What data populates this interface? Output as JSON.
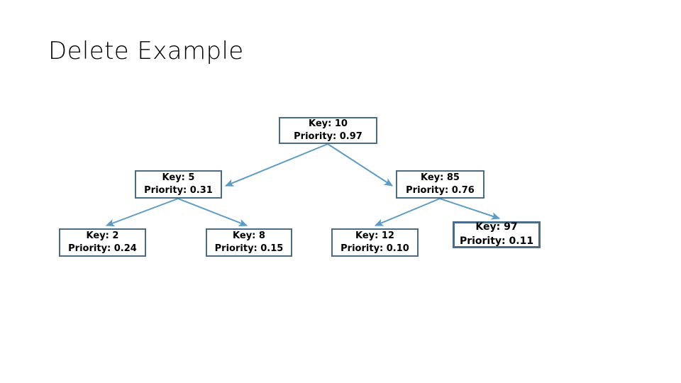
{
  "slide": {
    "title": "Delete Example",
    "background_color": "#ffffff",
    "node_border_color": "#4a6c84",
    "edge_color": "#5b9bc4",
    "text_color": "#000000"
  },
  "tree": {
    "key_label_prefix": "Key: ",
    "priority_label_prefix": "Priority: ",
    "nodes": [
      {
        "id": "node-10",
        "key_text": "Key: 10",
        "priority_text": "Priority: 0.97",
        "key": 10,
        "priority": 0.97,
        "level": 0,
        "emphasis": false
      },
      {
        "id": "node-5",
        "key_text": "Key: 5",
        "priority_text": "Priority: 0.31",
        "key": 5,
        "priority": 0.31,
        "level": 1,
        "emphasis": false
      },
      {
        "id": "node-85",
        "key_text": "Key: 85",
        "priority_text": "Priority: 0.76",
        "key": 85,
        "priority": 0.76,
        "level": 1,
        "emphasis": false
      },
      {
        "id": "node-2",
        "key_text": "Key: 2",
        "priority_text": "Priority: 0.24",
        "key": 2,
        "priority": 0.24,
        "level": 2,
        "emphasis": false
      },
      {
        "id": "node-8",
        "key_text": "Key: 8",
        "priority_text": "Priority: 0.15",
        "key": 8,
        "priority": 0.15,
        "level": 2,
        "emphasis": false
      },
      {
        "id": "node-12",
        "key_text": "Key: 12",
        "priority_text": "Priority: 0.10",
        "key": 12,
        "priority": 0.1,
        "level": 2,
        "emphasis": false
      },
      {
        "id": "node-97",
        "key_text": "Key: 97",
        "priority_text": "Priority: 0.11",
        "key": 97,
        "priority": 0.11,
        "level": 2,
        "emphasis": true
      }
    ],
    "edges": [
      {
        "from": "node-10",
        "to": "node-5",
        "direction": "left"
      },
      {
        "from": "node-10",
        "to": "node-85",
        "direction": "right"
      },
      {
        "from": "node-5",
        "to": "node-2",
        "direction": "left"
      },
      {
        "from": "node-5",
        "to": "node-8",
        "direction": "right"
      },
      {
        "from": "node-85",
        "to": "node-12",
        "direction": "left"
      },
      {
        "from": "node-85",
        "to": "node-97",
        "direction": "right"
      }
    ]
  }
}
